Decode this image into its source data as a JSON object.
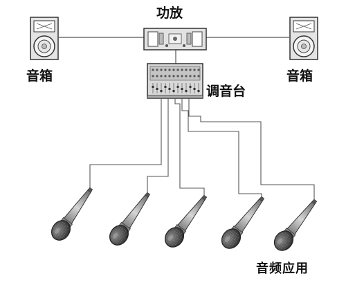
{
  "labels": {
    "amplifier": "功放",
    "speaker_left": "音箱",
    "speaker_right": "音箱",
    "mixer": "调音台",
    "caption": "音频应用"
  },
  "devices": {
    "speaker_count": 2,
    "amplifier_count": 1,
    "mixer_count": 1,
    "microphone_count": 5
  },
  "colors": {
    "line": "#555555",
    "device_fill": "#dcdcdc",
    "device_stroke": "#333333",
    "mic_head": "#444444",
    "mic_body": "#a9a9a9"
  }
}
